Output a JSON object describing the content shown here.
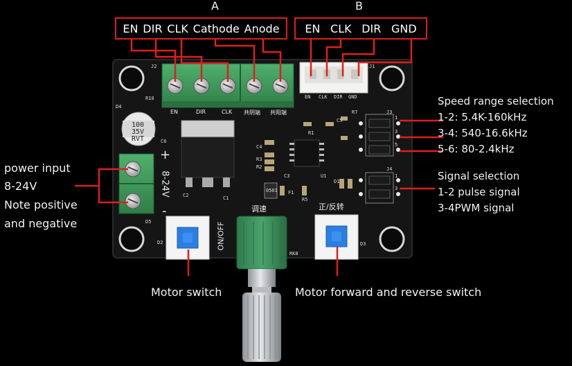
{
  "headers": {
    "a": "A",
    "b": "B"
  },
  "callout_a": [
    "EN",
    "DIR",
    "CLK",
    "Cathode",
    "Anode"
  ],
  "callout_b": [
    "EN",
    "CLK",
    "DIR",
    "GND"
  ],
  "board": {
    "terminal_j2_labels": [
      "EN",
      "DIR",
      "CLK",
      "共阴端",
      "共阳端"
    ],
    "connector_j1_labels": [
      "EN",
      "CLK",
      "DIR",
      "GND"
    ],
    "power_block_label": "8-24V",
    "power_plus": "+",
    "power_minus": "-",
    "capacitor_text": [
      "100",
      "35V",
      "RVT"
    ],
    "switch_onoff": "ON/OFF",
    "knob_label": "调速",
    "direction_label": "正/反转",
    "header_j3_pins": [
      "1",
      "3",
      "5"
    ],
    "header_j4_pins": [
      "1",
      "3"
    ],
    "designators": {
      "j2": "J2",
      "j1": "J1",
      "d4": "D4",
      "r10": "R10",
      "c6": "C6",
      "r7": "R7",
      "c5": "C5",
      "r1": "R1",
      "c4": "C4",
      "r3": "R3",
      "r2": "R2",
      "c3": "C3",
      "c2": "C2",
      "d1": "D1",
      "d2": "D2",
      "d3": "D3",
      "d5": "D5",
      "f1": "F1",
      "r5": "R5",
      "r8": "RK8",
      "c1": "C1",
      "j3": "J3",
      "j4": "J4",
      "u1": "U1"
    },
    "fuse_code": "0501"
  },
  "annotations": {
    "speed": [
      "Speed range selection",
      "1-2: 5.4K-160kHz",
      "3-4: 540-16.6kHz",
      "5-6: 80-2.4kHz"
    ],
    "signal": [
      "Signal selection",
      "1-2 pulse signal",
      "3-4PWM signal"
    ],
    "power": [
      "power input",
      "8-24V",
      "Note positive",
      "and negative"
    ],
    "motor_switch": "Motor switch",
    "fr_switch": "Motor forward and reverse switch"
  },
  "colors": {
    "callout": "#e01e1e",
    "pcb": "#151515",
    "terminal": "#3c9a5a",
    "button": "#2b7fe0"
  }
}
